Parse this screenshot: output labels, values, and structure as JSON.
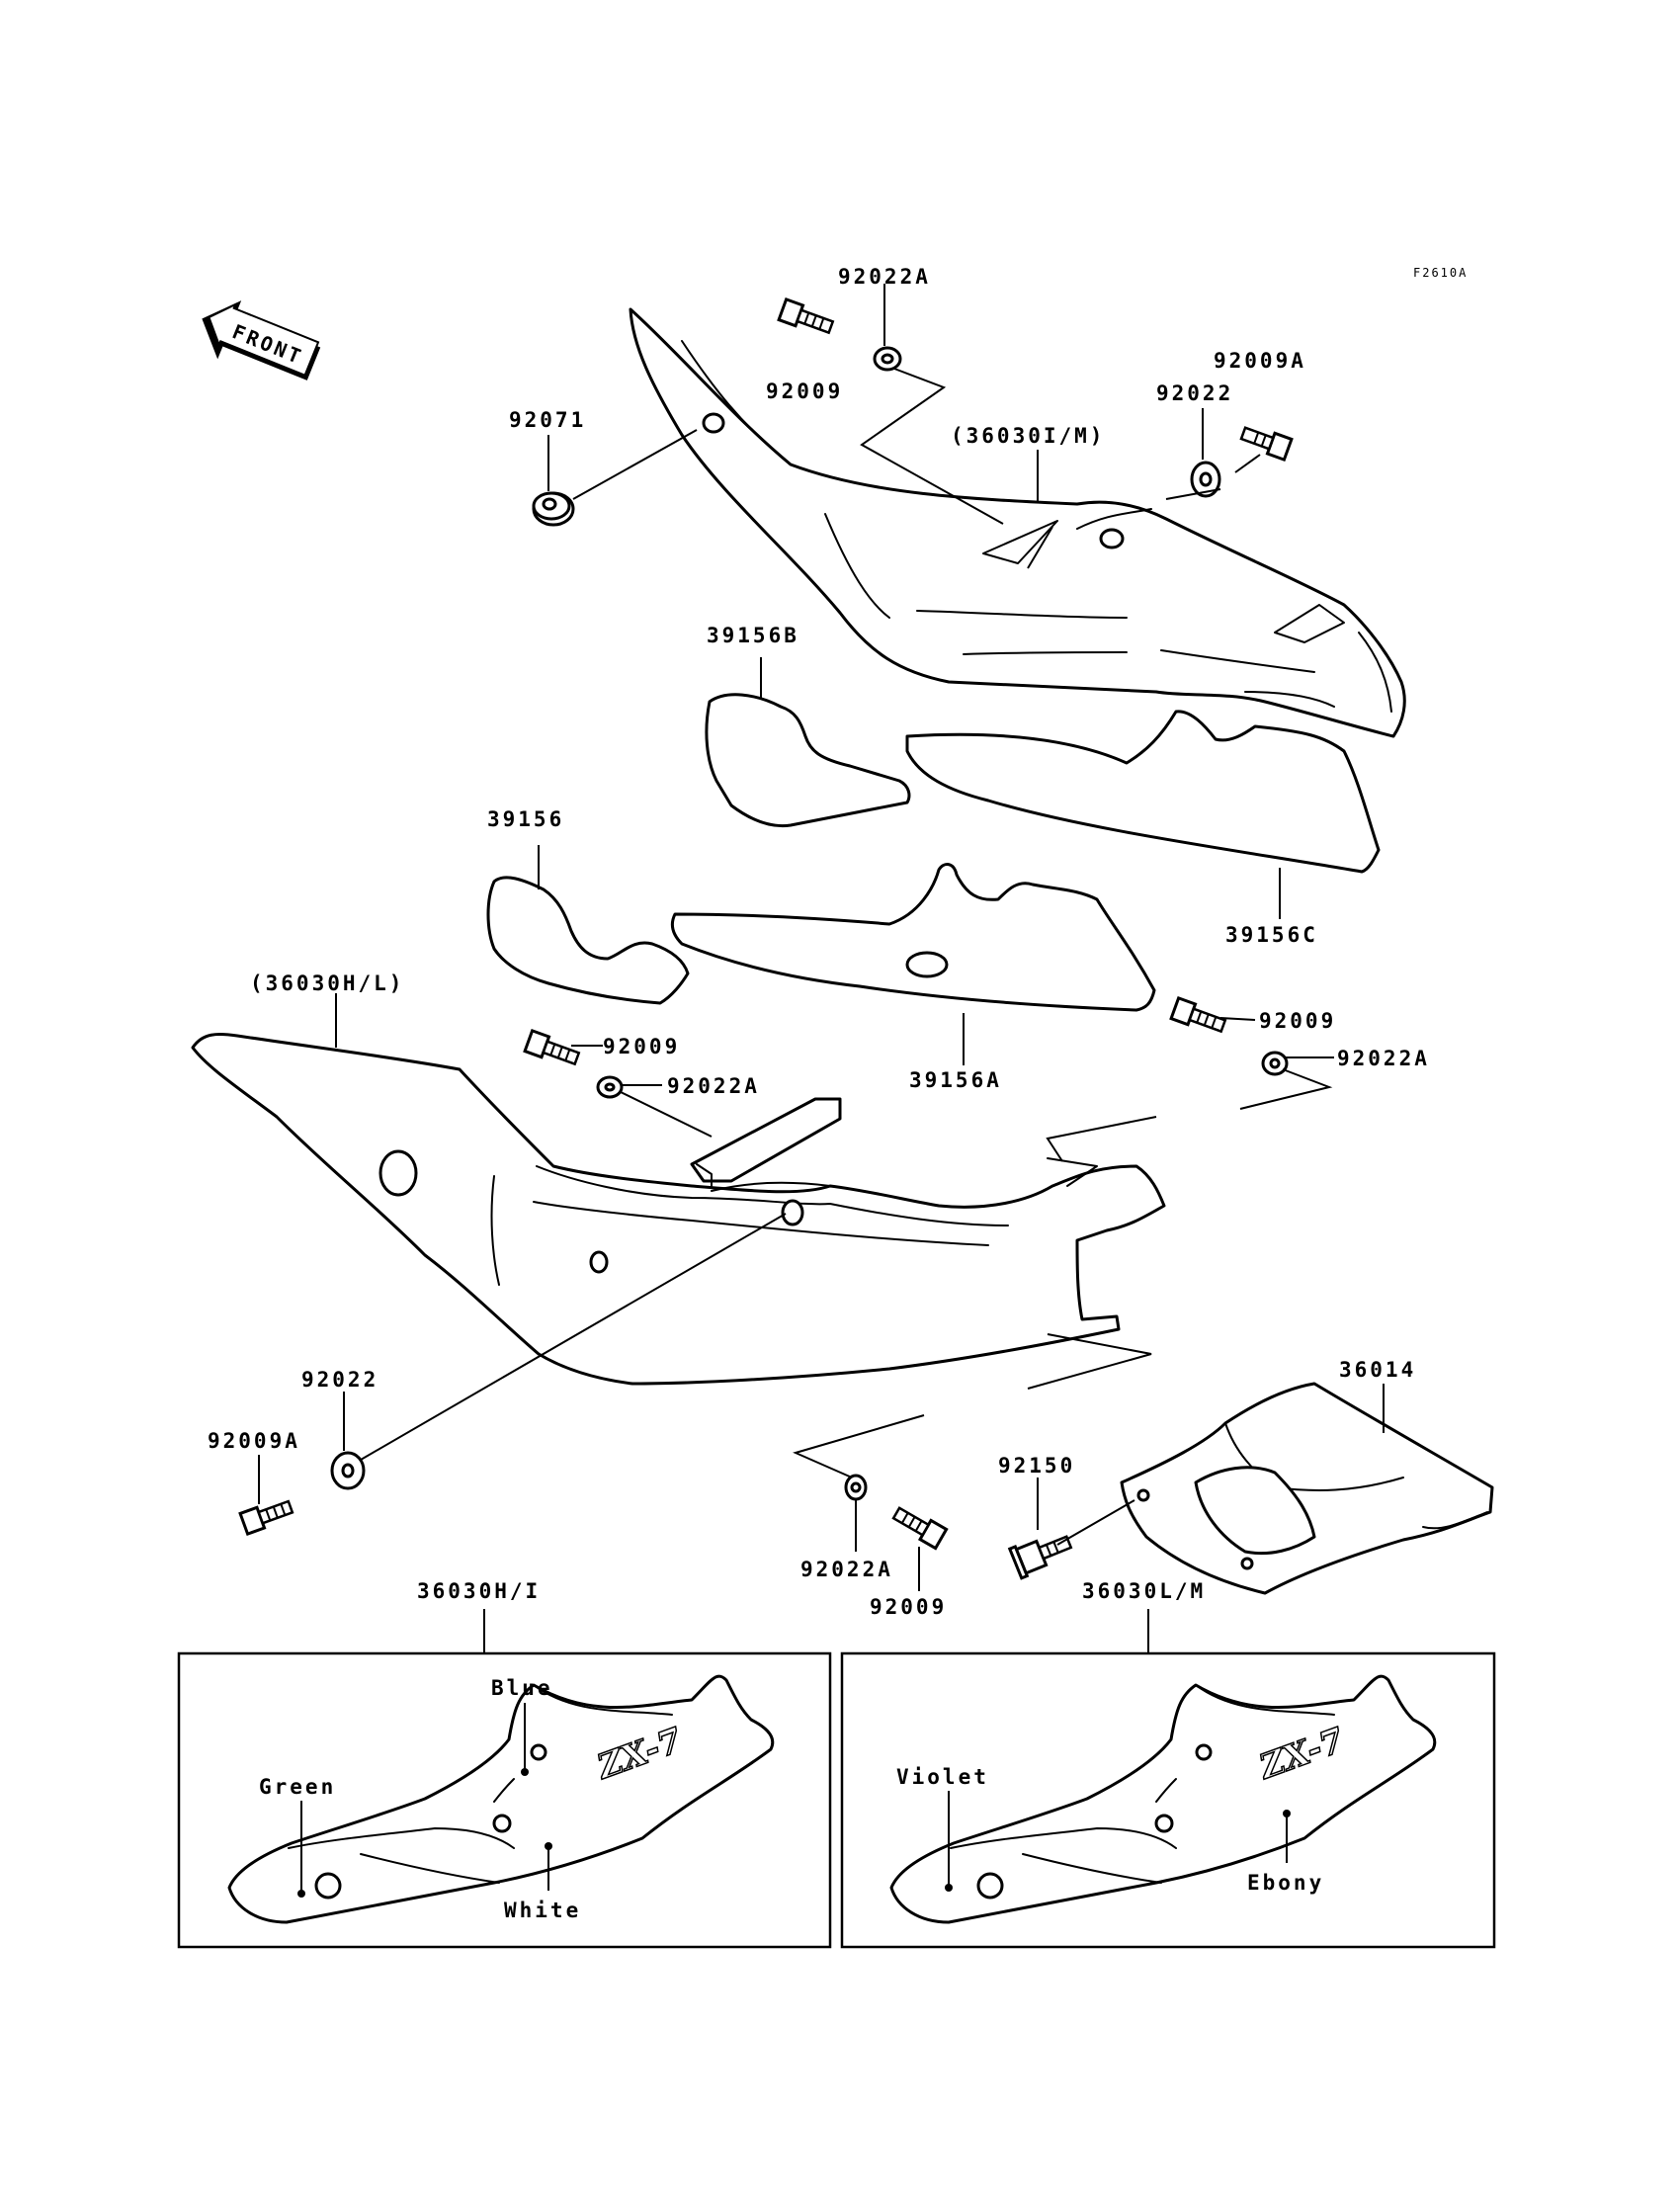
{
  "figure_code": "F2610A",
  "front_label": "FRONT",
  "logo_text": "ZX-7",
  "labels": {
    "p92022A_top": "92022A",
    "p92009_top": "92009",
    "p92009A_top": "92009A",
    "p92022_top": "92022",
    "p92071": "92071",
    "p36030IM": "(36030I/M)",
    "p39156B": "39156B",
    "p39156": "39156",
    "p39156C": "39156C",
    "p39156A": "39156A",
    "p36030HL": "(36030H/L)",
    "p92009_mid_left": "92009",
    "p92022A_mid_left": "92022A",
    "p92009_mid_right": "92009",
    "p92022A_mid_right": "92022A",
    "p36014": "36014",
    "p92022_low": "92022",
    "p92009A_low": "92009A",
    "p92150": "92150",
    "p92022A_low": "92022A",
    "p92009_low": "92009",
    "p36030HI": "36030H/I",
    "p36030LM": "36030L/M"
  },
  "variant_left": {
    "colors": {
      "blue": "Blue",
      "green": "Green",
      "white": "White"
    }
  },
  "variant_right": {
    "colors": {
      "violet": "Violet",
      "ebony": "Ebony"
    }
  }
}
